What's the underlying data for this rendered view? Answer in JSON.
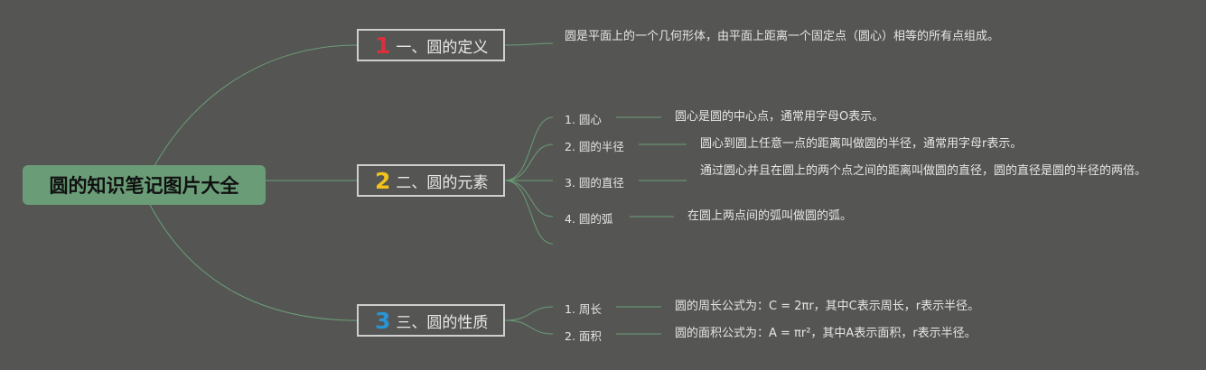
{
  "root": {
    "title": "圆的知识笔记图片大全"
  },
  "branches": [
    {
      "num": "1",
      "num_color": "#d8313c",
      "label": "一、圆的定义",
      "desc": "圆是平面上的一个几何形体，由平面上距离一个固定点（圆心）相等的所有点组成。"
    },
    {
      "num": "2",
      "num_color": "#f2c21b",
      "label": "二、圆的元素",
      "items": [
        {
          "label": "1. 圆心",
          "desc": "圆心是圆的中心点，通常用字母O表示。"
        },
        {
          "label": "2. 圆的半径",
          "desc": "圆心到圆上任意一点的距离叫做圆的半径，通常用字母r表示。"
        },
        {
          "label": "3. 圆的直径",
          "desc": "通过圆心并且在圆上的两个点之间的距离叫做圆的直径，圆的直径是圆的半径的两倍。"
        },
        {
          "label": "4. 圆的弧",
          "desc": "在圆上两点间的弧叫做圆的弧。"
        }
      ]
    },
    {
      "num": "3",
      "num_color": "#2a95d6",
      "label": "三、圆的性质",
      "items": [
        {
          "label": "1. 周长",
          "desc": "圆的周长公式为：C = 2πr，其中C表示周长，r表示半径。"
        },
        {
          "label": "2. 面积",
          "desc": "圆的面积公式为：A = πr²，其中A表示面积，r表示半径。"
        }
      ]
    }
  ],
  "colors": {
    "background": "#555653",
    "root_fill": "#6a9d77",
    "connector": "#6a9d77"
  }
}
